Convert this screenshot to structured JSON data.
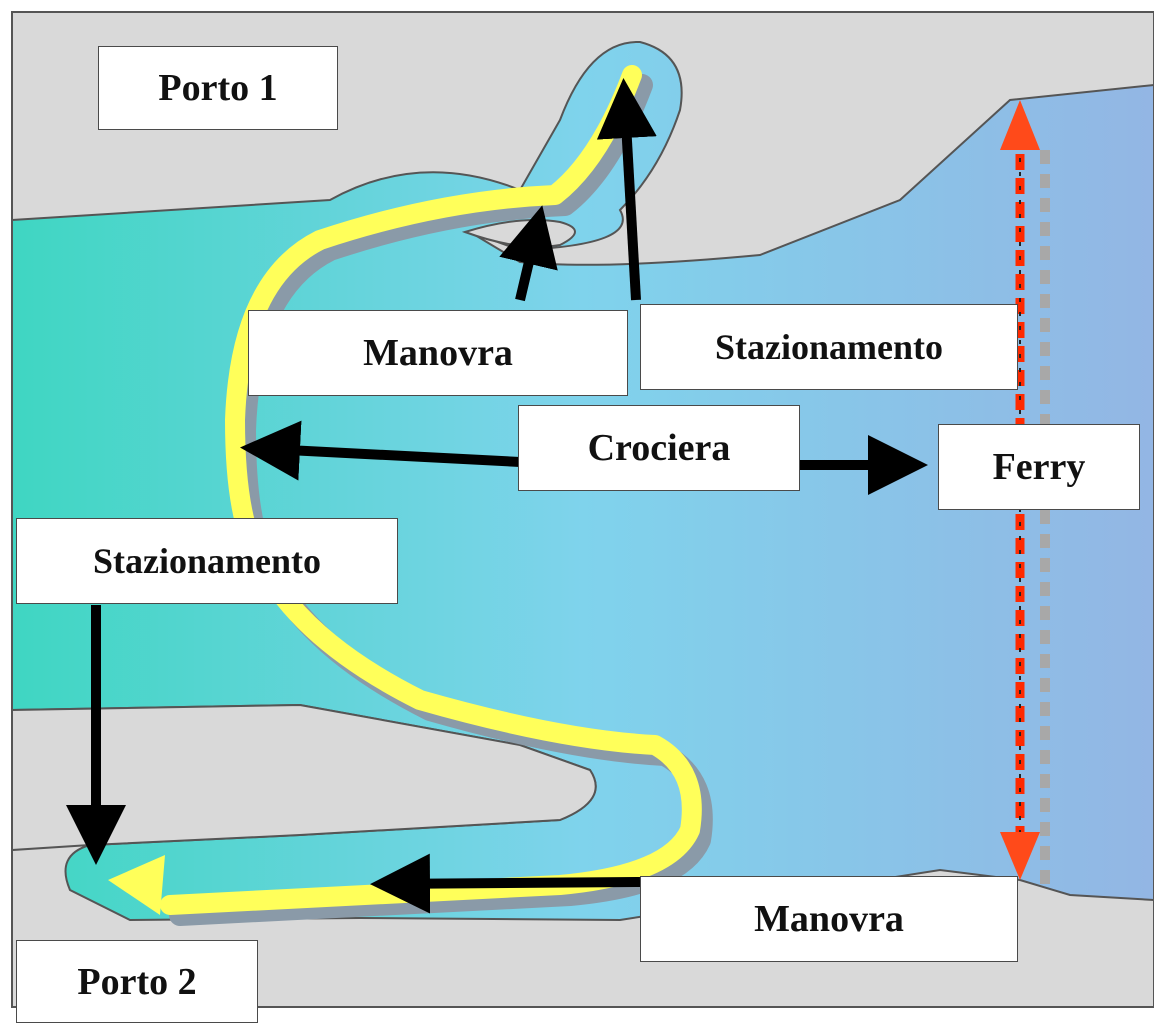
{
  "labels": {
    "porto1": "Porto 1",
    "porto2": "Porto 2",
    "manovra_top": "Manovra",
    "stazionamento_top": "Stazionamento",
    "crociera": "Crociera",
    "ferry": "Ferry",
    "stazionamento_left": "Stazionamento",
    "manovra_bottom": "Manovra"
  },
  "colors": {
    "land": "#d9d9d9",
    "coastline": "#555555",
    "water_left": "#3fd6c2",
    "water_mid": "#7fd3ec",
    "water_right": "#93b6e4",
    "route_path": "#ffff5a",
    "route_shadow": "#8a9aa8",
    "arrow": "#000000",
    "ferry_line": "#ff2a00",
    "ferry_shadow": "#a8a8a8"
  }
}
